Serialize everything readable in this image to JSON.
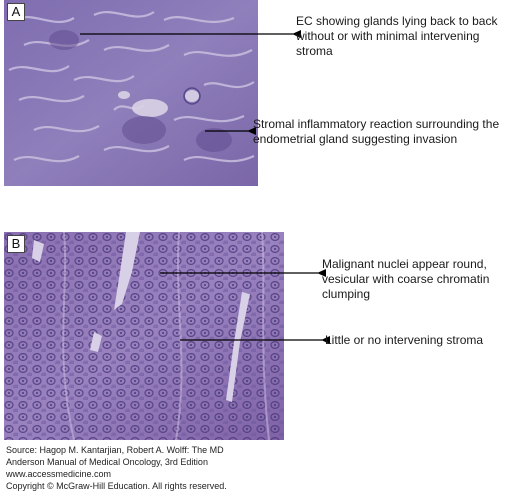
{
  "panels": [
    {
      "letter": "A",
      "annotations": [
        "EC showing glands lying back to back without or with minimal intervening stroma",
        "Stromal inflammatory reaction surrounding the endometrial gland suggesting invasion"
      ]
    },
    {
      "letter": "B",
      "annotations": [
        "Malignant nuclei appear round, vesicular with coarse chromatin clumping",
        "Little or no intervening stroma"
      ]
    }
  ],
  "source": {
    "line1": "Source: Hagop M. Kantarjian, Robert A. Wolff: The MD",
    "line2": "Anderson Manual of Medical Oncology, 3rd Edition",
    "line3": "www.accessmedicine.com",
    "line4": "Copyright © McGraw-Hill Education. All rights reserved."
  },
  "colors": {
    "tissue_base": "#8d7bb6",
    "tissue_dark": "#6a5498",
    "lumen": "#d9d3e6",
    "nucleus": "#4b3a7c",
    "arrow": "#000000"
  }
}
